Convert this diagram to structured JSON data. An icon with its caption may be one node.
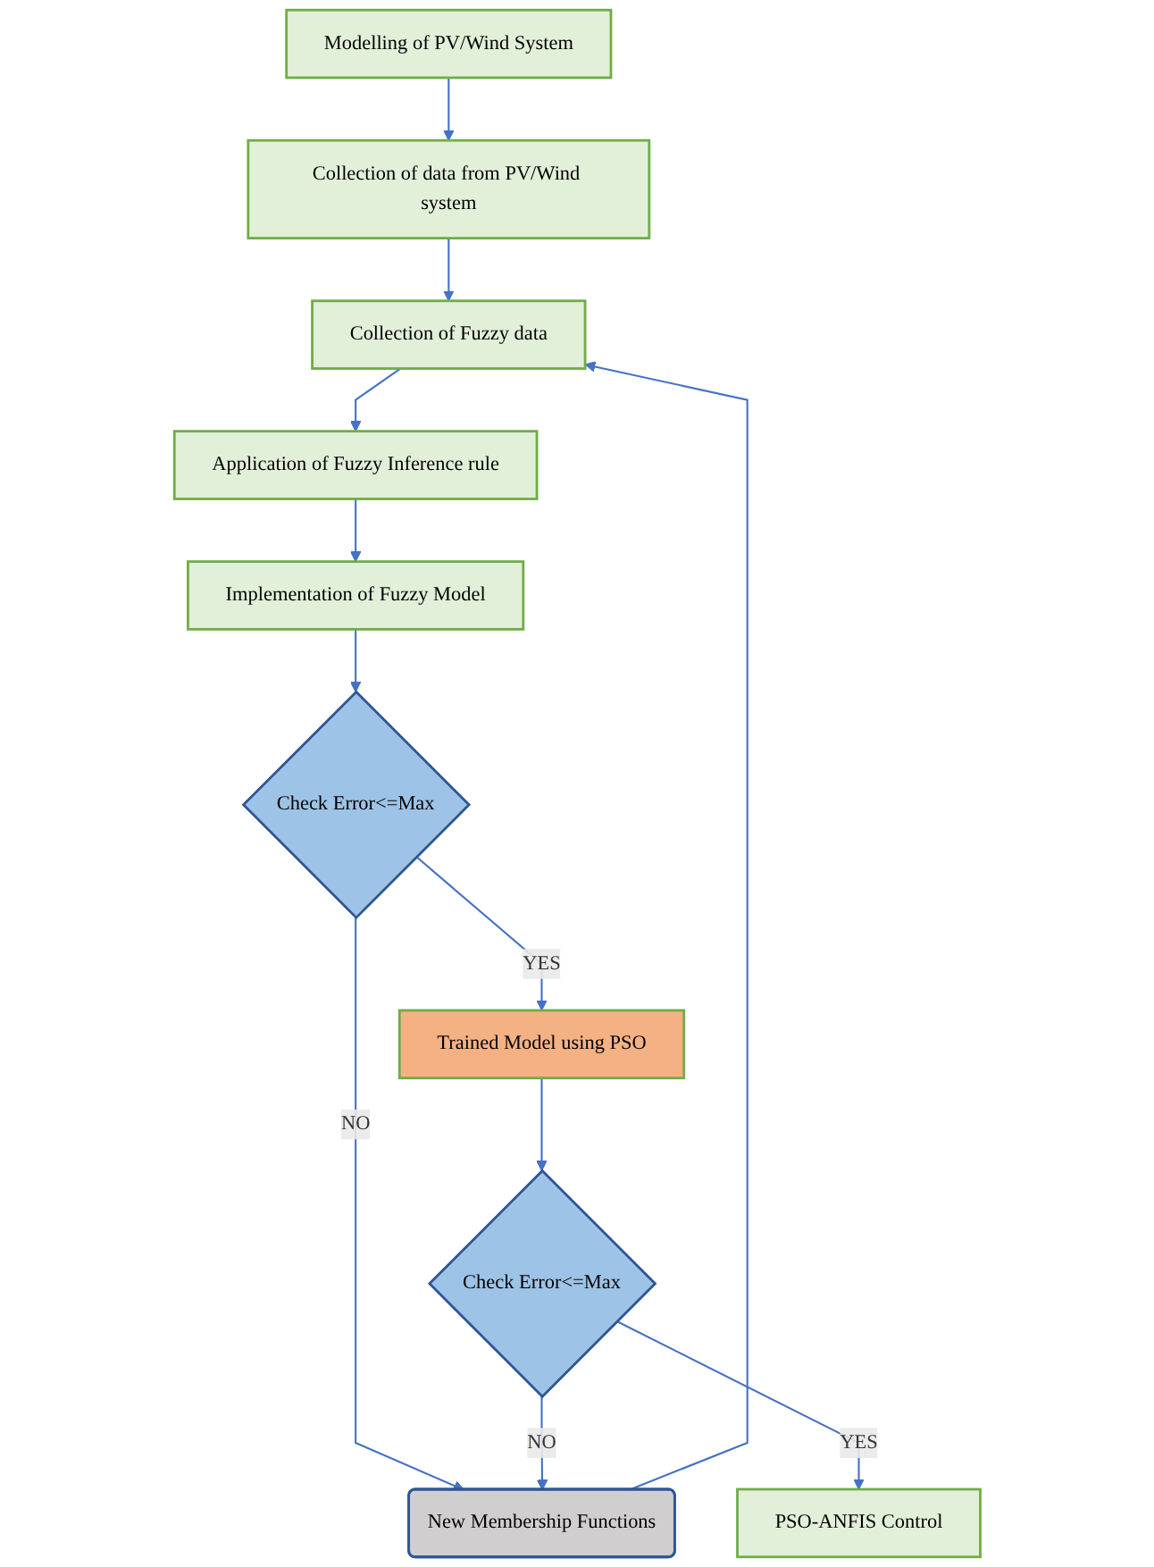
{
  "diagram": {
    "nodes": [
      {
        "text": [
          "Modelling of PV/Wind System"
        ]
      },
      {
        "text": [
          "Collection of data from PV/Wind system"
        ]
      },
      {
        "text": [
          "Collection of Fuzzy data"
        ]
      },
      {
        "text": [
          "Application of Fuzzy Inference rule"
        ]
      },
      {
        "text": [
          "Implementation of Fuzzy Model"
        ]
      },
      {
        "text": [
          "Check Error<=Max"
        ]
      },
      {
        "text": [
          "New Membership Functions"
        ]
      },
      {
        "text": [
          "Trained Model using PSO"
        ]
      },
      {
        "text": [
          "Check Error<=Max"
        ]
      },
      {
        "text": [
          "PSO-ANFIS Control"
        ]
      }
    ],
    "edges": [
      {
        "from": 0,
        "to": 1,
        "arrow": "to"
      },
      {
        "from": 1,
        "to": 2,
        "arrow": "to"
      },
      {
        "from": 2,
        "to": 3,
        "arrow": "to"
      },
      {
        "from": 3,
        "to": 4,
        "arrow": "to"
      },
      {
        "from": 4,
        "to": 5,
        "arrow": "to"
      },
      {
        "from": 5,
        "to": 6,
        "arrow": "to",
        "label": "NO"
      },
      {
        "from": 5,
        "to": 7,
        "arrow": "to",
        "label": "YES"
      },
      {
        "from": 7,
        "to": 8,
        "arrow": "to"
      },
      {
        "from": 8,
        "to": 6,
        "arrow": "to",
        "label": "NO"
      },
      {
        "from": 6,
        "to": 2,
        "arrow": "to"
      },
      {
        "from": 8,
        "to": 9,
        "arrow": "to",
        "label": "YES"
      }
    ]
  }
}
